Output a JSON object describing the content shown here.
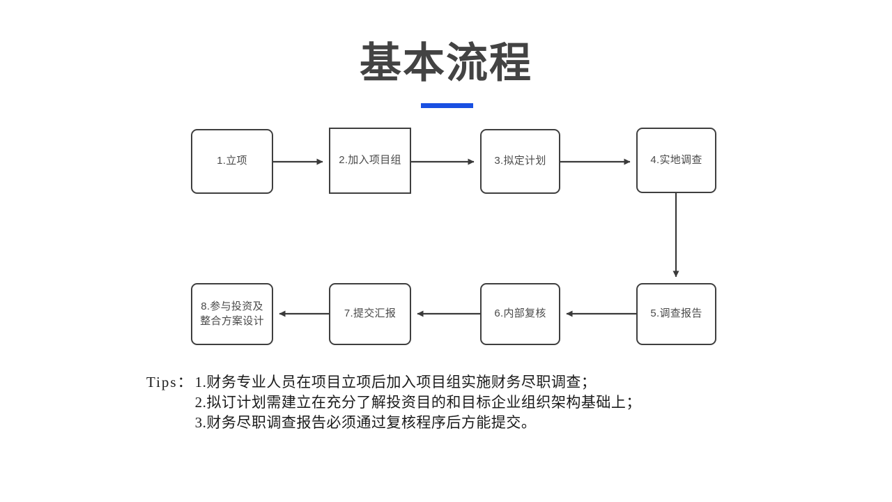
{
  "slide": {
    "title": "基本流程",
    "title_color": "#434343",
    "accent_color": "#1950e2",
    "background_color": "#ffffff",
    "node_border_color": "#3f3f3f",
    "node_text_color": "#4a4a4a",
    "connector_color": "#3a3a3a"
  },
  "flow": {
    "nodes": [
      {
        "id": "1",
        "label": "1.立项",
        "shape": "rounded"
      },
      {
        "id": "2",
        "label": "2.加入项目组",
        "shape": "square"
      },
      {
        "id": "3",
        "label": "3.拟定计划",
        "shape": "rounded"
      },
      {
        "id": "4",
        "label": "4.实地调查",
        "shape": "rounded"
      },
      {
        "id": "5",
        "label": "5.调查报告",
        "shape": "rounded"
      },
      {
        "id": "6",
        "label": "6.内部复核",
        "shape": "rounded"
      },
      {
        "id": "7",
        "label": "7.提交汇报",
        "shape": "rounded"
      },
      {
        "id": "8",
        "label": "8.参与投资及\n整合方案设计",
        "shape": "rounded"
      }
    ],
    "edges": [
      {
        "from": "1",
        "to": "2",
        "direction": "right"
      },
      {
        "from": "2",
        "to": "3",
        "direction": "right"
      },
      {
        "from": "3",
        "to": "4",
        "direction": "right"
      },
      {
        "from": "4",
        "to": "5",
        "direction": "down"
      },
      {
        "from": "5",
        "to": "6",
        "direction": "left"
      },
      {
        "from": "6",
        "to": "7",
        "direction": "left"
      },
      {
        "from": "7",
        "to": "8",
        "direction": "left"
      }
    ]
  },
  "tips": {
    "label": "Tips：",
    "lines": [
      "1.财务专业人员在项目立项后加入项目组实施财务尽职调查；",
      "2.拟订计划需建立在充分了解投资目的和目标企业组织架构基础上；",
      "3.财务尽职调查报告必须通过复核程序后方能提交。"
    ]
  }
}
